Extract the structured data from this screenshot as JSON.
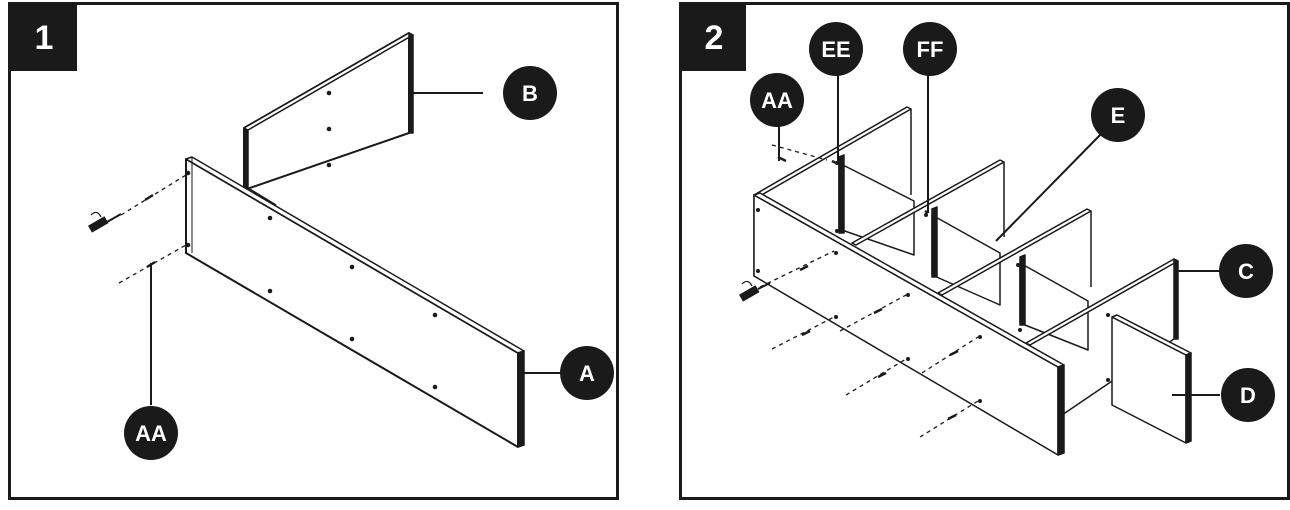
{
  "steps": [
    {
      "number": "1",
      "callouts": {
        "b": "B",
        "a": "A",
        "aa": "AA"
      }
    },
    {
      "number": "2",
      "callouts": {
        "aa": "AA",
        "ee": "EE",
        "ff": "FF",
        "e": "E",
        "c": "C",
        "d": "D"
      }
    }
  ],
  "colors": {
    "ink": "#1a1a1a",
    "paper": "#ffffff"
  },
  "icons": {
    "screwdriver": "screwdriver-icon"
  }
}
